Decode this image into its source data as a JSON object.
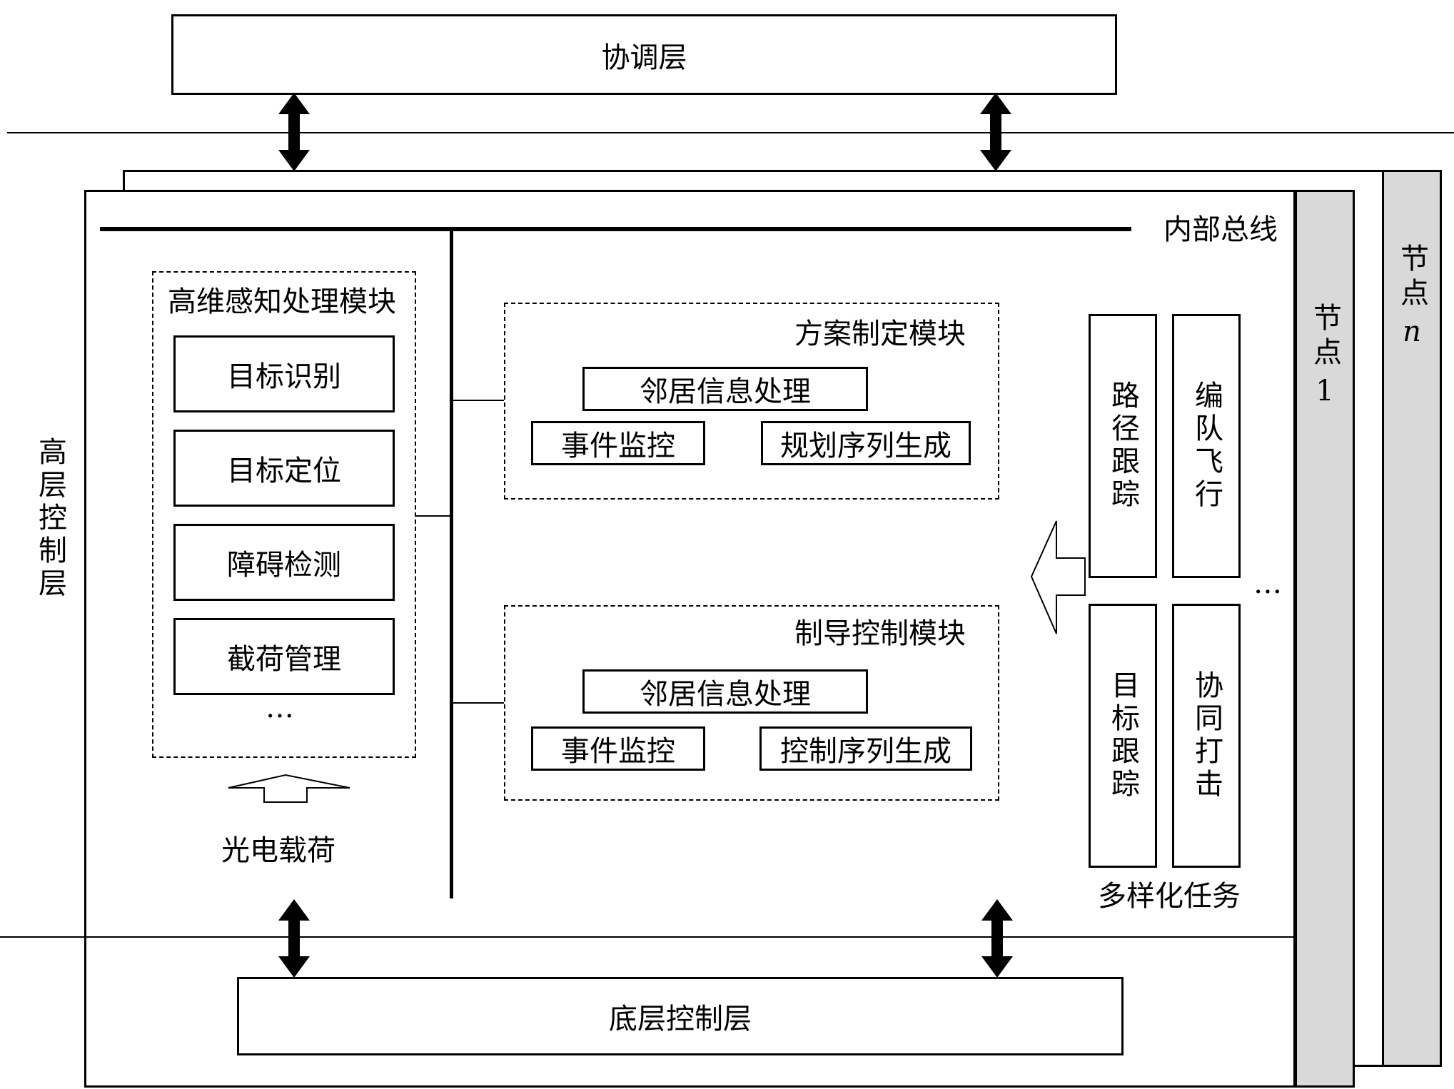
{
  "coordination_layer": "协调层",
  "bottom_layer": "底层控制层",
  "high_layer_label": "高层控制层",
  "internal_bus": "内部总线",
  "node_1": {
    "prefix": "节点",
    "num": "1"
  },
  "node_n": {
    "prefix": "节点",
    "num": "n"
  },
  "perception_module": {
    "title": "高维感知处理模块",
    "items": [
      "目标识别",
      "目标定位",
      "障碍检测",
      "截荷管理"
    ],
    "ellipsis": "…"
  },
  "payload_label": "光电载荷",
  "planning_module": {
    "title": "方案制定模块",
    "neighbor": "邻居信息处理",
    "event": "事件监控",
    "sequence": "规划序列生成"
  },
  "guidance_module": {
    "title": "制导控制模块",
    "neighbor": "邻居信息处理",
    "event": "事件监控",
    "sequence": "控制序列生成"
  },
  "tasks": {
    "items": [
      "路径跟踪",
      "编队飞行",
      "目标跟踪",
      "协同打击"
    ],
    "ellipsis": "…",
    "label": "多样化任务"
  }
}
